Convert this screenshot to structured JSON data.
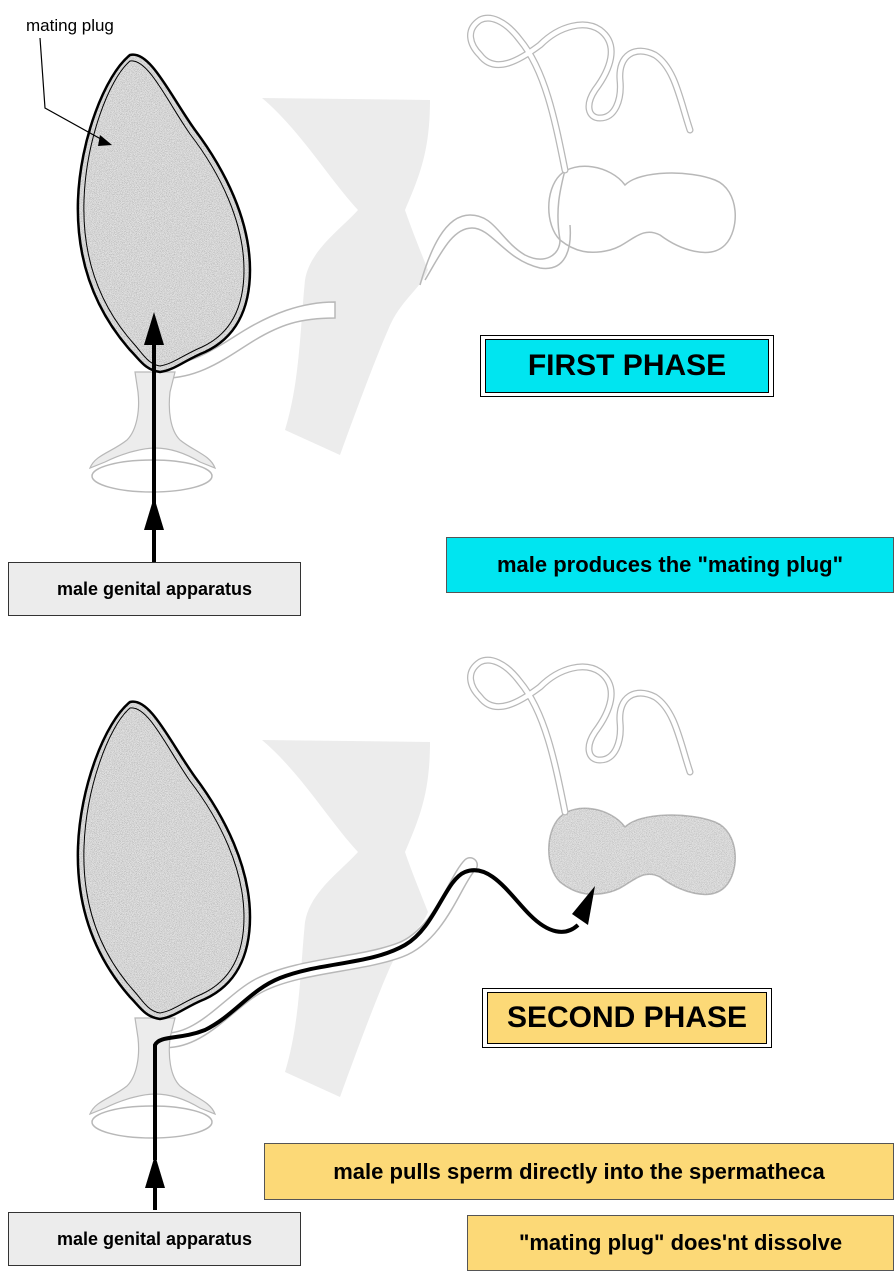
{
  "labels": {
    "mating_plug": "mating plug"
  },
  "phase1": {
    "title": "FIRST PHASE",
    "description": "male produces the \"mating plug\"",
    "male_label": "male genital apparatus"
  },
  "phase2": {
    "title": "SECOND PHASE",
    "description": "male pulls sperm directly into the spermatheca",
    "note": "\"mating plug\" does'nt dissolve",
    "male_label": "male genital apparatus"
  },
  "colors": {
    "cyan": "#00e5f0",
    "gold": "#fcd977",
    "organ_fill": "#ececec",
    "organ_stroke": "#b8b8b8",
    "plug_fill": "#e3e3e3",
    "label_box": "#ececec"
  }
}
